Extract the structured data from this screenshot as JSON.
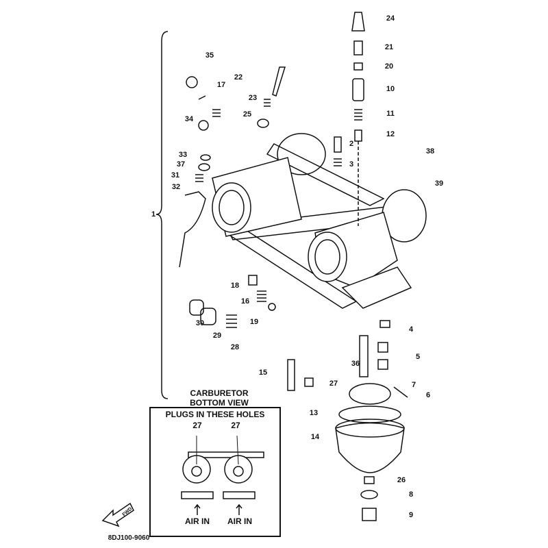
{
  "diagram": {
    "part_labels": [
      "24",
      "21",
      "20",
      "10",
      "11",
      "12",
      "2",
      "3",
      "38",
      "39",
      "35",
      "22",
      "17",
      "23",
      "25",
      "34",
      "33",
      "37",
      "31",
      "32",
      "1",
      "18",
      "16",
      "19",
      "30",
      "29",
      "28",
      "4",
      "5",
      "36",
      "15",
      "27",
      "7",
      "6",
      "13",
      "14",
      "26",
      "8",
      "9"
    ],
    "inset": {
      "title_line1": "CARBURETOR",
      "title_line2": "BOTTOM VIEW",
      "subtitle": "PLUGS IN THESE HOLES",
      "plug_label_left": "27",
      "plug_label_right": "27",
      "air_in_left": "AIR IN",
      "air_in_right": "AIR IN"
    },
    "fwd_arrow_text": "FWD",
    "drawing_code": "8DJ100-9060"
  }
}
